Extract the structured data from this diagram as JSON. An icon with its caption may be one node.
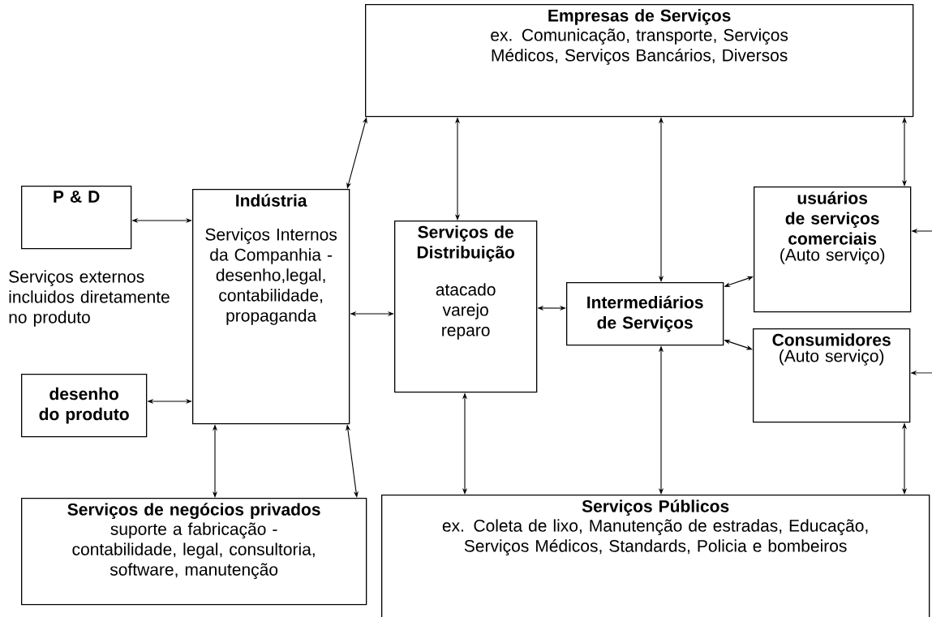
{
  "diagram": {
    "nodes": [
      {
        "text": [
          "Empresas de Serviços",
          "ex. Comunicação, transporte, Serviços Médicos, Serviços Bancários, Diversos"
        ]
      },
      {
        "text": [
          "P & D"
        ]
      },
      {
        "text": [
          "Indústria",
          "Serviços Internos da Companhia - desenho,legal, contabilidade, propaganda"
        ]
      },
      {
        "text": [
          "Serviços de Distribuição",
          "atacado varejo reparo"
        ]
      },
      {
        "text": [
          "Intermediários de Serviços"
        ]
      },
      {
        "text": [
          "usuários de serviços comerciais",
          "(Auto serviço)"
        ]
      },
      {
        "text": [
          "Consumidores",
          "(Auto serviço)"
        ]
      },
      {
        "text": [
          "desenho do produto"
        ]
      },
      {
        "text": [
          "Serviços de negócios privados",
          "suporte a fabricação - contabilidade, legal, consultoria, software, manutenção"
        ]
      },
      {
        "text": [
          "Serviços Públicos",
          "ex. Coleta de lixo, Manutenção de estradas, Educação, Serviços Médicos, Standards, Policia e bombeiros"
        ]
      }
    ],
    "edges": [
      {
        "from": 1,
        "to": 2,
        "arrow": "both"
      },
      {
        "from": 7,
        "to": 2,
        "arrow": "both"
      },
      {
        "from": 2,
        "to": 3,
        "arrow": "both"
      },
      {
        "from": 3,
        "to": 4,
        "arrow": "both"
      },
      {
        "from": 4,
        "to": 5,
        "arrow": "both"
      },
      {
        "from": 4,
        "to": 6,
        "arrow": "both"
      },
      {
        "from": 0,
        "to": 2,
        "arrow": "both"
      },
      {
        "from": 0,
        "to": 3,
        "arrow": "both"
      },
      {
        "from": 0,
        "to": 4,
        "arrow": "both"
      },
      {
        "from": 0,
        "to": 5,
        "arrow": "both"
      },
      {
        "from": 2,
        "to": 8,
        "arrow": "both"
      },
      {
        "from": 2,
        "to": 8,
        "arrow": "both"
      },
      {
        "from": 3,
        "to": 9,
        "arrow": "both"
      },
      {
        "from": 4,
        "to": 9,
        "arrow": "both"
      },
      {
        "from": 6,
        "to": 9,
        "arrow": "both"
      },
      {
        "from": null,
        "to": 5,
        "arrow": "to"
      },
      {
        "from": null,
        "to": 6,
        "arrow": "to"
      }
    ],
    "labels": [
      "Serviços externos incluidos diretamente no produto"
    ]
  }
}
